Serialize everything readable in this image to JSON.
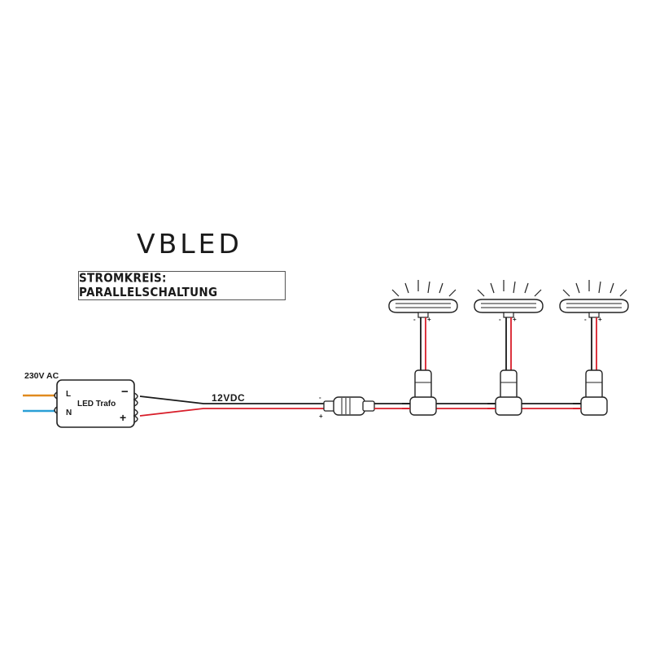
{
  "brand": {
    "logo_text": "VBLED"
  },
  "title": "STROMKREIS: PARALLELSCHALTUNG",
  "labels": {
    "input_voltage": "230V AC",
    "output_voltage": "12VDC",
    "transformer": "LED Trafo",
    "pin_l": "L",
    "pin_n": "N",
    "pin_minus": "−",
    "pin_plus": "+"
  },
  "lamps": [
    {
      "minus": "-",
      "plus": "+"
    },
    {
      "minus": "-",
      "plus": "+"
    },
    {
      "minus": "-",
      "plus": "+"
    }
  ],
  "connector": {
    "minus": "-",
    "plus": "+"
  },
  "colors": {
    "wire_live": "#e08a1e",
    "wire_neutral": "#2a9fd6",
    "wire_negative": "#1a1a1a",
    "wire_positive": "#d81e2a",
    "outline": "#222222"
  }
}
